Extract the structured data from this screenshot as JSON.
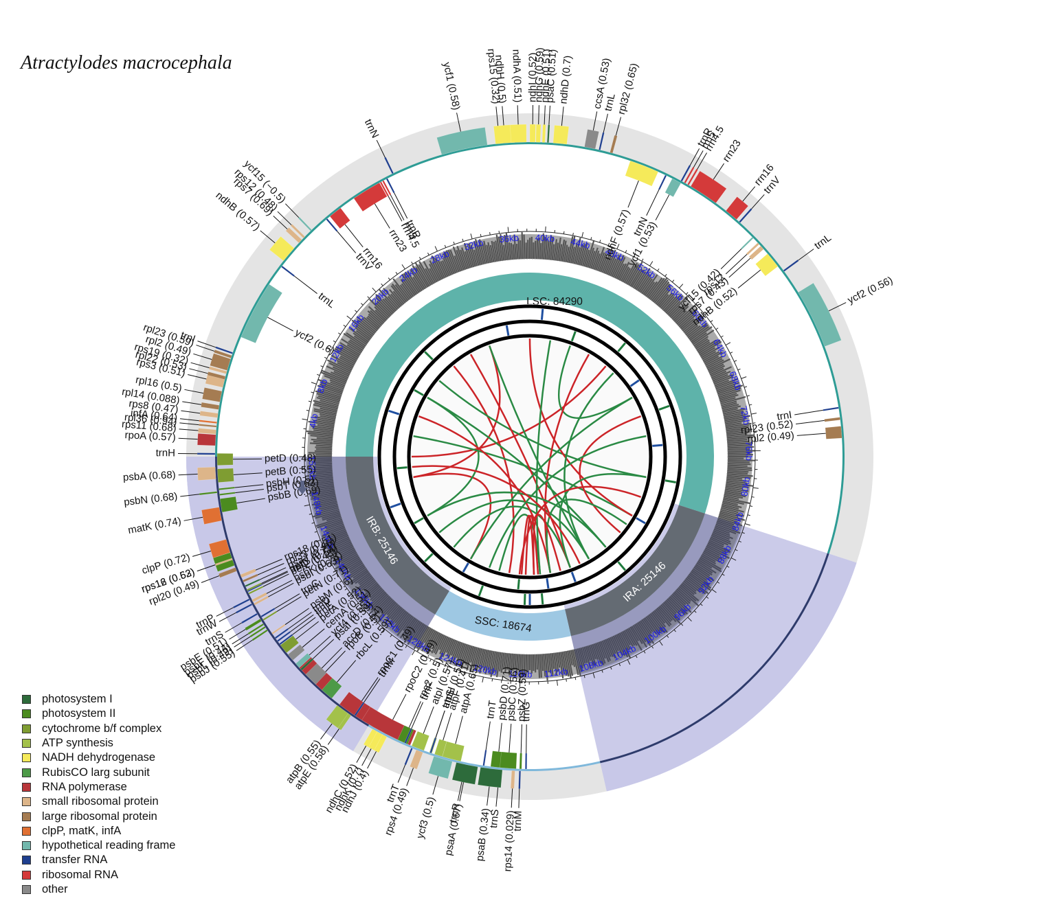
{
  "title": "Atractylodes macrocephala",
  "genome_length": 153256,
  "regions": [
    {
      "key": "LSC",
      "label": "LSC: 84290",
      "start": 0,
      "end": 84290
    },
    {
      "key": "IRA",
      "label": "IRA: 25146",
      "start": 84290,
      "end": 109436
    },
    {
      "key": "SSC",
      "label": "SSC: 18674",
      "start": 109436,
      "end": 128110
    },
    {
      "key": "IRB",
      "label": "IRB: 25146",
      "start": 128110,
      "end": 153256
    }
  ],
  "tick_labels": [
    "4kb",
    "8kb",
    "12kb",
    "16kb",
    "20kb",
    "24kb",
    "28kb",
    "32kb",
    "36kb",
    "40kb",
    "44kb",
    "48kb",
    "52kb",
    "56kb",
    "60kb",
    "64kb",
    "68kb",
    "72kb",
    "76kb",
    "80kb",
    "84kb",
    "88kb",
    "92kb",
    "96kb",
    "100kb",
    "104kb",
    "108kb",
    "112kb",
    "116kb",
    "120kb",
    "124kb",
    "128kb",
    "132kb",
    "136kb",
    "140kb",
    "144kb",
    "148kb",
    "152kb"
  ],
  "legend": [
    {
      "label": "photosystem I",
      "color": "#2d6b3b"
    },
    {
      "label": "photosystem II",
      "color": "#4b8b1f"
    },
    {
      "label": "cytochrome b/f complex",
      "color": "#7f9d32"
    },
    {
      "label": "ATP synthesis",
      "color": "#a3c14a"
    },
    {
      "label": "NADH dehydrogenase",
      "color": "#f5ea5a"
    },
    {
      "label": "RubisCO larg subunit",
      "color": "#4d9a47"
    },
    {
      "label": "RNA polymerase",
      "color": "#b8363a"
    },
    {
      "label": "small ribosomal protein",
      "color": "#ddb589"
    },
    {
      "label": "large ribosomal protein",
      "color": "#a57c52"
    },
    {
      "label": "clpP, matK, infA",
      "color": "#e07033"
    },
    {
      "label": "hypothetical reading frame",
      "color": "#72b8ad"
    },
    {
      "label": "transfer RNA",
      "color": "#1f3f8f"
    },
    {
      "label": "ribosomal RNA",
      "color": "#d43a3a"
    },
    {
      "label": "other",
      "color": "#8a8a8a"
    }
  ],
  "genes": [
    {
      "label": "psbA (0.68)",
      "angle": -93.0,
      "cat": 7,
      "strand": "out",
      "w": 2.2
    },
    {
      "label": "trnH",
      "angle": -89.5,
      "cat": 11,
      "strand": "out",
      "w": 0.3
    },
    {
      "label": "matK (0.74)",
      "angle": -100.5,
      "cat": 9,
      "strand": "out",
      "w": 2.5
    },
    {
      "label": "rps16 (0.52)",
      "angle": -109.0,
      "cat": 1,
      "strand": "out",
      "w": 2.5
    },
    {
      "label": "trnQ",
      "angle": -115.5,
      "cat": 11,
      "strand": "in",
      "w": 0.3
    },
    {
      "label": "psbK (0.78)",
      "angle": -117.5,
      "cat": 7,
      "strand": "in",
      "w": 0.5
    },
    {
      "label": "psbI (0.63)",
      "angle": -118.2,
      "cat": 7,
      "strand": "in",
      "w": 0.4
    },
    {
      "label": "trnS",
      "angle": -120.0,
      "cat": 11,
      "strand": "out",
      "w": 0.3
    },
    {
      "label": "trnC",
      "angle": -120.8,
      "cat": 11,
      "strand": "in",
      "w": 0.3
    },
    {
      "label": "petN (0.71)",
      "angle": -121.5,
      "cat": 2,
      "strand": "in",
      "w": 0.3
    },
    {
      "label": "psbM (0.6)",
      "angle": -124.5,
      "cat": 7,
      "strand": "in",
      "w": 0.3
    },
    {
      "label": "trnD",
      "angle": -125.5,
      "cat": 11,
      "strand": "in",
      "w": 0.3
    },
    {
      "label": "trnY",
      "angle": -126.2,
      "cat": 11,
      "strand": "in",
      "w": 0.3
    },
    {
      "label": "trnE",
      "angle": -126.9,
      "cat": 11,
      "strand": "in",
      "w": 0.3
    },
    {
      "label": "rpoB (0.5)",
      "angle": -136.5,
      "cat": 6,
      "strand": "in",
      "w": 8.0
    },
    {
      "label": "rpoC1 (0.49)",
      "angle": -145.5,
      "cat": 6,
      "strand": "in",
      "w": 6.0
    },
    {
      "label": "rpoC2 (0.49)",
      "angle": -152.5,
      "cat": 6,
      "strand": "in",
      "w": 10.0
    },
    {
      "label": "rps2 (0.5)",
      "angle": -156.0,
      "cat": 1,
      "strand": "in",
      "w": 2.0
    },
    {
      "label": "atpI (0.57)",
      "angle": -159.0,
      "cat": 3,
      "strand": "in",
      "w": 2.4
    },
    {
      "label": "atpH (0.51)",
      "angle": -161.5,
      "cat": 3,
      "strand": "in",
      "w": 0.5
    },
    {
      "label": "atpF (0.41)",
      "angle": -163.0,
      "cat": 3,
      "strand": "in",
      "w": 1.5
    },
    {
      "label": "atpA (0.65)",
      "angle": -165.5,
      "cat": 3,
      "strand": "in",
      "w": 3.5
    },
    {
      "label": "trnR",
      "angle": -168.2,
      "cat": 11,
      "strand": "out",
      "w": 0.3
    },
    {
      "label": "trnT",
      "angle": -171.5,
      "cat": 11,
      "strand": "in",
      "w": 0.3
    },
    {
      "label": "psbD (0.71)",
      "angle": -174.0,
      "cat": 1,
      "strand": "in",
      "w": 2.4
    },
    {
      "label": "psbC (0.56)",
      "angle": -176.0,
      "cat": 1,
      "strand": "in",
      "w": 3.0
    },
    {
      "label": "trnS",
      "angle": -174.5,
      "cat": 11,
      "strand": "out",
      "w": 0.3
    },
    {
      "label": "psbZ (0.59)",
      "angle": -178.3,
      "cat": 1,
      "strand": "in",
      "w": 0.4
    },
    {
      "label": "trnG",
      "angle": -179.3,
      "cat": 11,
      "strand": "in",
      "w": 0.3
    },
    {
      "label": "trnM",
      "angle": -178.2,
      "cat": 11,
      "strand": "out",
      "w": 0.3
    },
    {
      "label": "rps14 (0.029)",
      "angle": -177.0,
      "cat": 7,
      "strand": "out",
      "w": 0.6
    },
    {
      "label": "psaB (0.34)",
      "angle": -173.0,
      "cat": 0,
      "strand": "out",
      "w": 4.0
    },
    {
      "label": "psaA (0.67)",
      "angle": -168.5,
      "cat": 0,
      "strand": "out",
      "w": 4.0
    },
    {
      "label": "ycf3 (0.5)",
      "angle": -164.0,
      "cat": 10,
      "strand": "out",
      "w": 3.5
    },
    {
      "label": "trnS",
      "angle": -161.5,
      "cat": 11,
      "strand": "in",
      "w": 0.3
    },
    {
      "label": "rps4 (0.49)",
      "angle": -159.5,
      "cat": 7,
      "strand": "out",
      "w": 1.3
    },
    {
      "label": "trnT",
      "angle": -158.0,
      "cat": 11,
      "strand": "out",
      "w": 0.3
    },
    {
      "label": "trnF",
      "angle": -156.5,
      "cat": 11,
      "strand": "in",
      "w": 0.3
    },
    {
      "label": "ndhJ (0.4)",
      "angle": -152.5,
      "cat": 4,
      "strand": "out",
      "w": 1.0
    },
    {
      "label": "ndhK (0.7)",
      "angle": -151.5,
      "cat": 4,
      "strand": "out",
      "w": 1.2
    },
    {
      "label": "ndhC (0.52)",
      "angle": -150.5,
      "cat": 4,
      "strand": "out",
      "w": 1.0
    },
    {
      "label": "trnM",
      "angle": -146.0,
      "cat": 11,
      "strand": "in",
      "w": 0.3
    },
    {
      "label": "atpE (0.58)",
      "angle": -145.0,
      "cat": 3,
      "strand": "out",
      "w": 0.8
    },
    {
      "label": "atpB (0.55)",
      "angle": -143.5,
      "cat": 3,
      "strand": "out",
      "w": 2.5
    },
    {
      "label": "rbcL (0.59)",
      "angle": -139.5,
      "cat": 5,
      "strand": "in",
      "w": 2.4
    },
    {
      "label": "accD (0.54)",
      "angle": -135.5,
      "cat": 13,
      "strand": "in",
      "w": 2.6
    },
    {
      "label": "psaI (0.59)",
      "angle": -133.0,
      "cat": 0,
      "strand": "in",
      "w": 0.4
    },
    {
      "label": "ycf4 (0.55)",
      "angle": -132.0,
      "cat": 10,
      "strand": "in",
      "w": 1.0
    },
    {
      "label": "cemA (0.51)",
      "angle": -130.0,
      "cat": 13,
      "strand": "in",
      "w": 1.4
    },
    {
      "label": "petA (0.52)",
      "angle": -128.0,
      "cat": 2,
      "strand": "in",
      "w": 1.8
    },
    {
      "label": "psbJ (0.55)",
      "angle": -123.5,
      "cat": 1,
      "strand": "out",
      "w": 0.3
    },
    {
      "label": "psbL (0.49)",
      "angle": -122.8,
      "cat": 1,
      "strand": "out",
      "w": 0.3
    },
    {
      "label": "psbF (0.44)",
      "angle": -122.2,
      "cat": 1,
      "strand": "out",
      "w": 0.3
    },
    {
      "label": "psbE (0.51)",
      "angle": -121.3,
      "cat": 1,
      "strand": "out",
      "w": 0.5
    },
    {
      "label": "trnW",
      "angle": -118.0,
      "cat": 11,
      "strand": "out",
      "w": 0.3
    },
    {
      "label": "trnP",
      "angle": -117.0,
      "cat": 11,
      "strand": "out",
      "w": 0.3
    },
    {
      "label": "petL (0.48)",
      "angle": -116.0,
      "cat": 2,
      "strand": "in",
      "w": 0.3
    },
    {
      "label": "petG (0.54)",
      "angle": -115.3,
      "cat": 2,
      "strand": "in",
      "w": 0.3
    },
    {
      "label": "psaJ (0.71)",
      "angle": -114.5,
      "cat": 0,
      "strand": "in",
      "w": 0.3
    },
    {
      "label": "rpl33 (0.46)",
      "angle": -113.5,
      "cat": 8,
      "strand": "in",
      "w": 0.4
    },
    {
      "label": "rps18 (0.51)",
      "angle": -112.5,
      "cat": 7,
      "strand": "in",
      "w": 0.6
    },
    {
      "label": "rpl20 (0.49)",
      "angle": -111.0,
      "cat": 8,
      "strand": "out",
      "w": 0.7
    },
    {
      "label": "rps12 (0.63)",
      "angle": -109.0,
      "cat": 7,
      "strand": "out",
      "w": 0.3
    },
    {
      "label": "clpP (0.72)",
      "angle": -106.5,
      "cat": 9,
      "strand": "out",
      "w": 2.5
    },
    {
      "label": "psbB (0.69)",
      "angle": -99.0,
      "cat": 1,
      "strand": "in",
      "w": 2.5
    },
    {
      "label": "psbT (0.63)",
      "angle": -97.0,
      "cat": 1,
      "strand": "in",
      "w": 0.3
    },
    {
      "label": "psbN (0.68)",
      "angle": -96.5,
      "cat": 1,
      "strand": "out",
      "w": 0.3
    },
    {
      "label": "psbH (0.5)",
      "angle": -96.0,
      "cat": 1,
      "strand": "in",
      "w": 0.3
    },
    {
      "label": "petB (0.55)",
      "angle": -93.5,
      "cat": 2,
      "strand": "in",
      "w": 2.5
    },
    {
      "label": "petD (0.48)",
      "angle": -90.5,
      "cat": 2,
      "strand": "in",
      "w": 2.2
    },
    {
      "label": "rpoA (0.57)",
      "angle": -87.0,
      "cat": 6,
      "strand": "out",
      "w": 2.0
    },
    {
      "label": "rps11 (0.68)",
      "angle": -85.5,
      "cat": 7,
      "strand": "out",
      "w": 0.8
    },
    {
      "label": "rpl36 (0.94)",
      "angle": -84.5,
      "cat": 8,
      "strand": "out",
      "w": 0.3
    },
    {
      "label": "infA (0.64)",
      "angle": -83.8,
      "cat": 9,
      "strand": "out",
      "w": 0.3
    },
    {
      "label": "rps8 (0.47)",
      "angle": -82.5,
      "cat": 7,
      "strand": "out",
      "w": 0.8
    },
    {
      "label": "rpl14 (0.088)",
      "angle": -81.0,
      "cat": 8,
      "strand": "out",
      "w": 0.8
    },
    {
      "label": "rpl16 (0.5)",
      "angle": -79.0,
      "cat": 8,
      "strand": "out",
      "w": 2.0
    },
    {
      "label": "rps3 (0.51)",
      "angle": -76.5,
      "cat": 7,
      "strand": "out",
      "w": 1.6
    },
    {
      "label": "rpl22 (0.53)",
      "angle": -75.5,
      "cat": 8,
      "strand": "out",
      "w": 0.6
    },
    {
      "label": "rps19 (0.32)",
      "angle": -74.5,
      "cat": 7,
      "strand": "out",
      "w": 0.5
    },
    {
      "label": "rpl2 (0.49)",
      "angle": -73.0,
      "cat": 8,
      "strand": "out",
      "w": 2.2
    },
    {
      "label": "rpl23 (0.59)",
      "angle": -71.5,
      "cat": 8,
      "strand": "out",
      "w": 0.5
    },
    {
      "label": "trnI",
      "angle": -70.8,
      "cat": 11,
      "strand": "out",
      "w": 0.3
    },
    {
      "label": "ycf2 (0.6)",
      "angle": -62.0,
      "cat": 10,
      "strand": "in",
      "w": 11.0
    },
    {
      "label": "trnL",
      "angle": -52.5,
      "cat": 11,
      "strand": "in",
      "w": 0.3
    },
    {
      "label": "ndhB (0.57)",
      "angle": -50.0,
      "cat": 4,
      "strand": "out",
      "w": 3.0
    },
    {
      "label": "rps7 (0.69)",
      "angle": -46.8,
      "cat": 7,
      "strand": "out",
      "w": 0.8
    },
    {
      "label": "rps12 (0.48)",
      "angle": -45.8,
      "cat": 7,
      "strand": "out",
      "w": 0.4
    },
    {
      "label": "ycf15 (−0.5)",
      "angle": -44.0,
      "cat": 10,
      "strand": "out",
      "w": 0.3
    },
    {
      "label": "trnV",
      "angle": -40.5,
      "cat": 11,
      "strand": "in",
      "w": 0.3
    },
    {
      "label": "rrn16",
      "angle": -38.5,
      "cat": 12,
      "strand": "in",
      "w": 2.5
    },
    {
      "label": "rrn23",
      "angle": -31.5,
      "cat": 12,
      "strand": "in",
      "w": 5.5
    },
    {
      "label": "rrn4.5",
      "angle": -28.5,
      "cat": 12,
      "strand": "in",
      "w": 0.3
    },
    {
      "label": "rrn5",
      "angle": -28.0,
      "cat": 12,
      "strand": "in",
      "w": 0.3
    },
    {
      "label": "trnR",
      "angle": -27.2,
      "cat": 11,
      "strand": "in",
      "w": 0.3
    },
    {
      "label": "trnN",
      "angle": -25.8,
      "cat": 11,
      "strand": "out",
      "w": 0.3
    },
    {
      "label": "ycf1 (0.58)",
      "angle": -12.0,
      "cat": 10,
      "strand": "out",
      "w": 8.5
    },
    {
      "label": "rps15 (0.32)",
      "angle": -5.5,
      "cat": 7,
      "strand": "out",
      "w": 0.6
    },
    {
      "label": "ndhH (0.5)",
      "angle": -4.5,
      "cat": 4,
      "strand": "out",
      "w": 3.5
    },
    {
      "label": "ndhA (0.51)",
      "angle": -2.0,
      "cat": 4,
      "strand": "out",
      "w": 2.8
    },
    {
      "label": "ndhI (0.52)",
      "angle": 0.5,
      "cat": 4,
      "strand": "out",
      "w": 1.0
    },
    {
      "label": "ndhG (0.59)",
      "angle": 1.5,
      "cat": 4,
      "strand": "out",
      "w": 0.8
    },
    {
      "label": "ndhE (0.51)",
      "angle": 2.5,
      "cat": 4,
      "strand": "out",
      "w": 0.5
    },
    {
      "label": "psaC (0.51)",
      "angle": 3.3,
      "cat": 0,
      "strand": "out",
      "w": 0.3
    },
    {
      "label": "ndhD (0.7)",
      "angle": 5.5,
      "cat": 4,
      "strand": "out",
      "w": 2.5
    },
    {
      "label": "ccsA (0.53)",
      "angle": 11.0,
      "cat": 13,
      "strand": "out",
      "w": 2.0
    },
    {
      "label": "trnL",
      "angle": 12.8,
      "cat": 11,
      "strand": "out",
      "w": 0.3
    },
    {
      "label": "rpl32 (0.65)",
      "angle": 15.0,
      "cat": 8,
      "strand": "out",
      "w": 0.5
    },
    {
      "label": "ndhF (0.57)",
      "angle": 21.5,
      "cat": 4,
      "strand": "in",
      "w": 5.5
    },
    {
      "label": "trnN",
      "angle": 25.8,
      "cat": 11,
      "strand": "in",
      "w": 0.3
    },
    {
      "label": "ycf1 (0.53)",
      "angle": 28.0,
      "cat": 10,
      "strand": "in",
      "w": 1.8
    },
    {
      "label": "trnR",
      "angle": 28.8,
      "cat": 11,
      "strand": "out",
      "w": 0.3
    },
    {
      "label": "rrn5",
      "angle": 29.5,
      "cat": 12,
      "strand": "out",
      "w": 0.3
    },
    {
      "label": "rrn4.5",
      "angle": 30.2,
      "cat": 12,
      "strand": "out",
      "w": 0.3
    },
    {
      "label": "rrn23",
      "angle": 33.5,
      "cat": 12,
      "strand": "out",
      "w": 5.5
    },
    {
      "label": "rrn16",
      "angle": 39.8,
      "cat": 12,
      "strand": "out",
      "w": 2.5
    },
    {
      "label": "trnV",
      "angle": 41.8,
      "cat": 11,
      "strand": "out",
      "w": 0.3
    },
    {
      "label": "ycf15 (0.42)",
      "angle": 45.5,
      "cat": 10,
      "strand": "in",
      "w": 0.3
    },
    {
      "label": "rps12",
      "angle": 47.0,
      "cat": 7,
      "strand": "in",
      "w": 0.4
    },
    {
      "label": "rps7 (0.43)",
      "angle": 48.0,
      "cat": 7,
      "strand": "in",
      "w": 0.8
    },
    {
      "label": "ndhB (0.52)",
      "angle": 51.0,
      "cat": 4,
      "strand": "in",
      "w": 3.0
    },
    {
      "label": "trnL",
      "angle": 53.8,
      "cat": 11,
      "strand": "out",
      "w": 0.3
    },
    {
      "label": "ycf2 (0.56)",
      "angle": 64.0,
      "cat": 10,
      "strand": "out",
      "w": 11.0
    },
    {
      "label": "trnI",
      "angle": 81.0,
      "cat": 11,
      "strand": "in",
      "w": 0.3
    },
    {
      "label": "rpl23 (0.52)",
      "angle": 83.0,
      "cat": 8,
      "strand": "in",
      "w": 0.5
    },
    {
      "label": "rpl2 (0.49)",
      "angle": 85.5,
      "cat": 8,
      "strand": "in",
      "w": 2.2
    }
  ]
}
